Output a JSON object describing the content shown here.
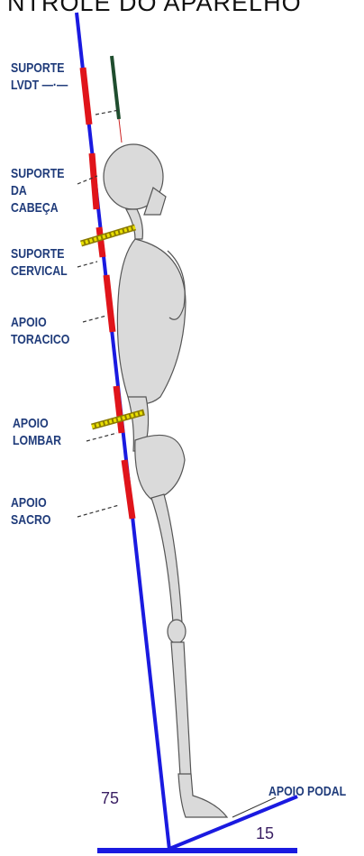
{
  "title": "NTROLE DO APARELHO",
  "labels": {
    "lvdt": [
      "SUPORTE",
      "LVDT —·—"
    ],
    "head": [
      "SUPORTE",
      "DA",
      "CABEÇA"
    ],
    "cervical": [
      "SUPORTE",
      "CERVICAL"
    ],
    "thoracic": [
      "APOIO",
      "TORACICO"
    ],
    "lumbar": [
      "APOIO",
      "LOMBAR"
    ],
    "sacral": [
      "APOIO",
      "SACRO"
    ],
    "foot": "APOIO PODAL"
  },
  "angles": {
    "frame": "75",
    "foot": "15"
  },
  "colors": {
    "frame": "#1a1ae0",
    "pads": "#e0141a",
    "text": "#1f3b7a",
    "skeleton": "#d9d9d9"
  }
}
